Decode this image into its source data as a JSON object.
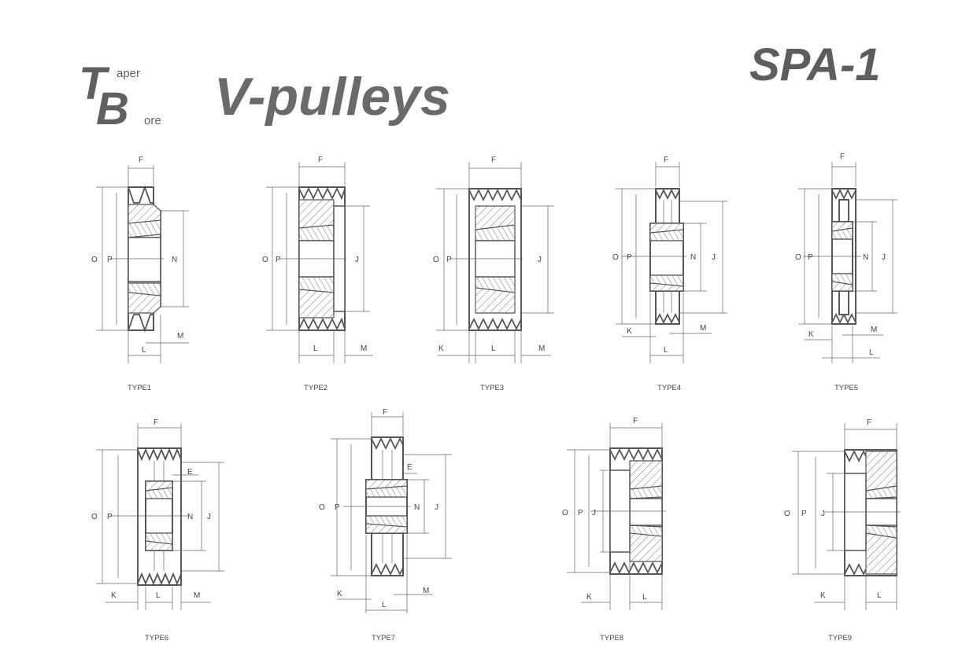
{
  "logo": {
    "t": "T",
    "aper": "aper",
    "b": "B",
    "ore": "ore"
  },
  "title": "V-pulleys",
  "code": "SPA-1",
  "types": [
    {
      "caption": "TYPE1",
      "labels": [
        "F",
        "O",
        "P",
        "N",
        "L",
        "M"
      ]
    },
    {
      "caption": "TYPE2",
      "labels": [
        "F",
        "O",
        "P",
        "J",
        "L",
        "M"
      ]
    },
    {
      "caption": "TYPE3",
      "labels": [
        "F",
        "O",
        "P",
        "J",
        "K",
        "L",
        "M"
      ]
    },
    {
      "caption": "TYPE4",
      "labels": [
        "F",
        "O",
        "P",
        "N",
        "J",
        "K",
        "M",
        "L"
      ]
    },
    {
      "caption": "TYPE5",
      "labels": [
        "F",
        "O",
        "P",
        "N",
        "J",
        "K",
        "M",
        "L"
      ]
    },
    {
      "caption": "TYPE6",
      "labels": [
        "F",
        "E",
        "O",
        "P",
        "N",
        "J",
        "K",
        "L",
        "M"
      ]
    },
    {
      "caption": "TYPE7",
      "labels": [
        "F",
        "E",
        "O",
        "P",
        "N",
        "J",
        "K",
        "M",
        "L"
      ]
    },
    {
      "caption": "TYPE8",
      "labels": [
        "F",
        "O",
        "P",
        "J",
        "K",
        "L"
      ]
    },
    {
      "caption": "TYPE9",
      "labels": [
        "F",
        "O",
        "P",
        "J",
        "K",
        "L"
      ]
    }
  ]
}
